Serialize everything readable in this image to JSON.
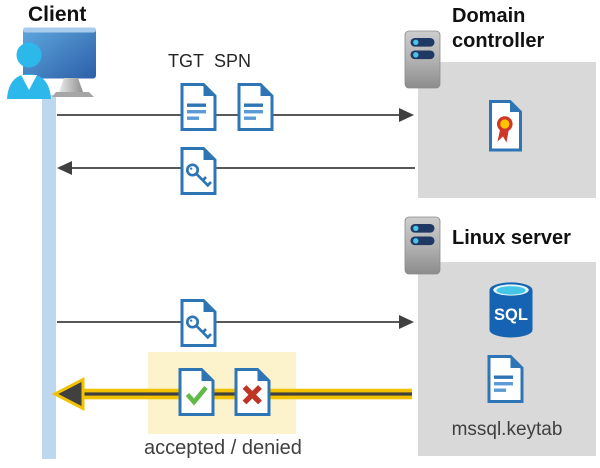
{
  "client": {
    "label": "Client"
  },
  "domain_controller": {
    "name_line1": "Domain",
    "name_line2": "controller"
  },
  "linux_server": {
    "name": "Linux server",
    "database_label": "SQL",
    "keytab_label": "mssql.keytab"
  },
  "flow": {
    "tgt_label": "TGT",
    "spn_label": "SPN",
    "result_label": "accepted / denied"
  },
  "icons": {
    "client": "person-at-monitor",
    "server": "server-rack",
    "request_documents": "blue-document",
    "ticket": "key-document",
    "certificate": "certificate-document",
    "database": "sql-database-cylinder",
    "accepted": "check-document",
    "denied": "cross-document"
  },
  "colors": {
    "doc_blue": "#2E75B6",
    "doc_blue_light": "#5B9BD5",
    "panel_gray": "#D9D9D9",
    "highlight_cream": "#FCF3CD",
    "arrow_dark": "#404040",
    "accent_yellow": "#F2C200",
    "lifeline_blue": "#BDD7EE",
    "person_cyan": "#2CB8EA",
    "server_slot_navy": "#1F3864",
    "check_green": "#5FBB46",
    "cross_red": "#BE3528",
    "database_blue": "#1563B2",
    "database_cyan": "#45C6E8",
    "certificate_red": "#CE3728",
    "certificate_yellow": "#FFC400"
  }
}
